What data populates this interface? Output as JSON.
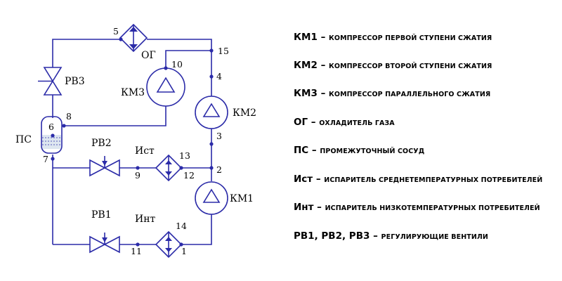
{
  "diagram": {
    "components": {
      "km1": "КМ1",
      "km2": "КМ2",
      "km3": "КМ3",
      "og": "ОГ",
      "ps": "ПС",
      "ist": "Ист",
      "int": "Инт",
      "rv1": "РВ1",
      "rv2": "РВ2",
      "rv3": "РВ3"
    },
    "points": {
      "p1": "1",
      "p2": "2",
      "p3": "3",
      "p4": "4",
      "p5": "5",
      "p6": "6",
      "p7": "7",
      "p8": "8",
      "p9": "9",
      "p10": "10",
      "p11": "11",
      "p12": "12",
      "p13": "13",
      "p14": "14",
      "p15": "15"
    }
  },
  "legend": [
    {
      "code": "КМ1",
      "dash": " – ",
      "desc": "компрессор первой ступени сжатия"
    },
    {
      "code": "КМ2",
      "dash": " – ",
      "desc": "компрессор второй ступени сжатия"
    },
    {
      "code": "КМ3",
      "dash": " – ",
      "desc": "компрессор параллельного сжатия"
    },
    {
      "code": "ОГ",
      "dash": " – ",
      "desc": "охладитель газа"
    },
    {
      "code": "ПС",
      "dash": " – ",
      "desc": "промежуточный сосуд"
    },
    {
      "code": "Ист",
      "dash": " – ",
      "desc": "испаритель среднетемпературных потребителей"
    },
    {
      "code": "Инт",
      "dash": " – ",
      "desc": "испаритель низкотемпературных потребителей"
    },
    {
      "code": "РВ1, РВ2, РВ3",
      "dash": " – ",
      "desc": "регулирующие вентили"
    }
  ],
  "colors": {
    "line": "#2b2ba8",
    "text": "#000000"
  }
}
